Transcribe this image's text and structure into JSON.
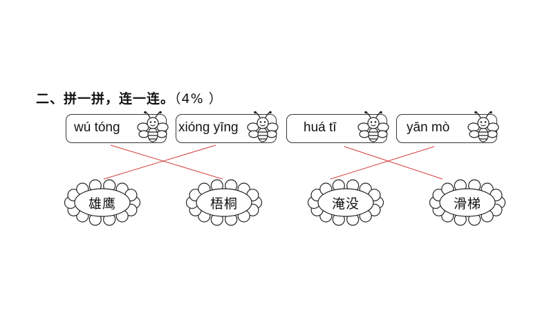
{
  "question": {
    "label": "二、拼一拼，连一连。",
    "score": "（4% ）"
  },
  "pinyin_cards": [
    {
      "text": "wú tóng"
    },
    {
      "text": "xióng yīng"
    },
    {
      "text": "huá tī"
    },
    {
      "text": "yān mò"
    }
  ],
  "word_flowers": [
    {
      "text": "雄鹰"
    },
    {
      "text": "梧桐"
    },
    {
      "text": "淹没"
    },
    {
      "text": "滑梯"
    }
  ],
  "answer_line_color": "#d23a3a"
}
